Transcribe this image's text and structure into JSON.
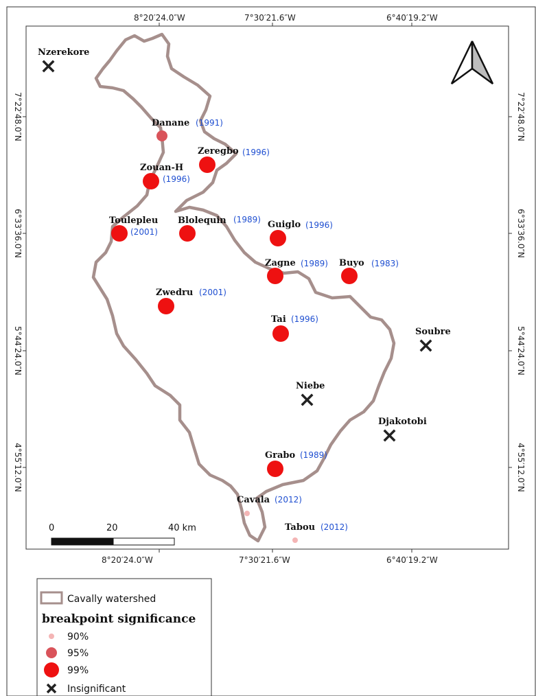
{
  "coordinates": {
    "top": [
      "8°20′24.0″W",
      "7°30′21.6″W",
      "6°40′19.2″W"
    ],
    "bottom": [
      "8°20′24.0″W",
      "7°30′21.6″W",
      "6°40′19.2″W"
    ],
    "left": [
      "7°22′48.0″N",
      "6°33′36.0″N",
      "5°44′24.0″N",
      "4°55′12.0″N"
    ],
    "right": [
      "7°22′48.0″N",
      "6°33′36.0″N",
      "5°44′24.0″N",
      "4°55′12.0″N"
    ]
  },
  "stations": [
    {
      "name": "Nzerekore",
      "year": "",
      "significance": "Insignificant"
    },
    {
      "name": "Danane",
      "year": "(1991)",
      "significance": "95%"
    },
    {
      "name": "Zeregbo",
      "year": "(1996)",
      "significance": "99%"
    },
    {
      "name": "Zouan-H",
      "year": "(1996)",
      "significance": "99%"
    },
    {
      "name": "Toulepleu",
      "year": "(2001)",
      "significance": "99%"
    },
    {
      "name": "Blolequin",
      "year": "(1989)",
      "significance": "99%"
    },
    {
      "name": "Guiglo",
      "year": "(1996)",
      "significance": "99%"
    },
    {
      "name": "Zagne",
      "year": "(1989)",
      "significance": "99%"
    },
    {
      "name": "Buyo",
      "year": "(1983)",
      "significance": "99%"
    },
    {
      "name": "Zwedru",
      "year": "(2001)",
      "significance": "99%"
    },
    {
      "name": "Tai",
      "year": "(1996)",
      "significance": "99%"
    },
    {
      "name": "Soubre",
      "year": "",
      "significance": "Insignificant"
    },
    {
      "name": "Niebe",
      "year": "",
      "significance": "Insignificant"
    },
    {
      "name": "Djakotobi",
      "year": "",
      "significance": "Insignificant"
    },
    {
      "name": "Grabo",
      "year": "(1989)",
      "significance": "99%"
    },
    {
      "name": "Cavala",
      "year": "(2012)",
      "significance": "90%"
    },
    {
      "name": "Tabou",
      "year": "(2012)",
      "significance": "90%"
    }
  ],
  "scale_bar": {
    "labels": [
      "0",
      "20",
      "40 km"
    ]
  },
  "north_arrow": {
    "icon": "north-arrow-icon"
  },
  "legend": {
    "watershed_label": "Cavally watershed",
    "title": "breakpoint significance",
    "items": [
      {
        "label": "90%",
        "color": "#f4b5b5"
      },
      {
        "label": "95%",
        "color": "#d9535a"
      },
      {
        "label": "99%",
        "color": "#ee1111"
      },
      {
        "label": "Insignificant",
        "color": "#222222"
      }
    ]
  },
  "colors": {
    "watershed_outline": "#a68f8c",
    "year_text": "#1f4fd1"
  }
}
